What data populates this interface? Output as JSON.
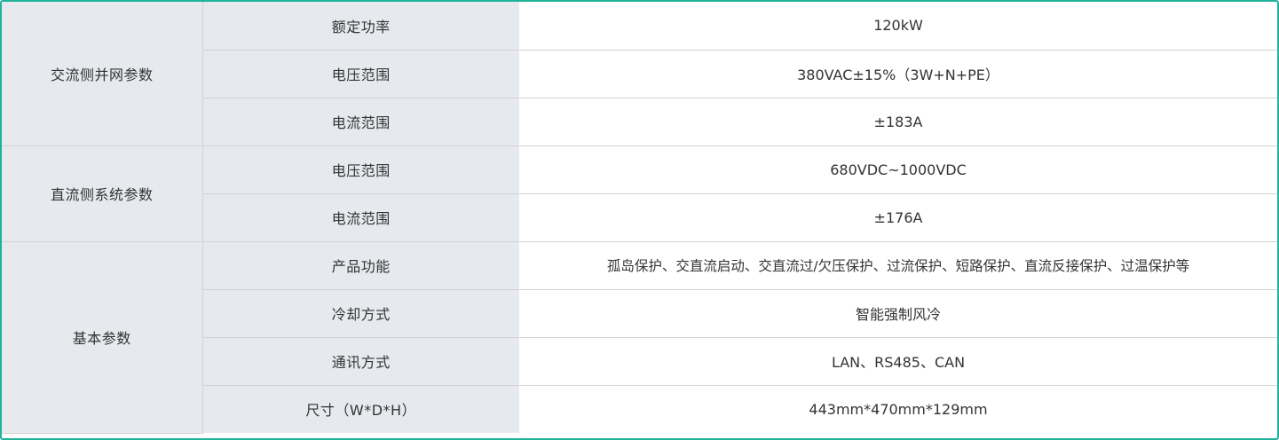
{
  "groups": [
    {
      "name": "交流侧并网参数",
      "rows": [
        {
          "label": "额定功率",
          "value": "120kW"
        },
        {
          "label": "电压范围",
          "value": "380VAC±15%（3W+N+PE）"
        },
        {
          "label": "电流范围",
          "value": "±183A"
        }
      ]
    },
    {
      "name": "直流侧系统参数",
      "rows": [
        {
          "label": "电压范围",
          "value": "680VDC~1000VDC"
        },
        {
          "label": "电流范围",
          "value": "±176A"
        }
      ]
    },
    {
      "name": "基本参数",
      "rows": [
        {
          "label": "产品功能",
          "value": "孤岛保护、交直流启动、交直流过/欠压保护、过流保护、短路保护、直流反接保护、过温保护等"
        },
        {
          "label": "冷却方式",
          "value": "智能强制风冷"
        },
        {
          "label": "通讯方式",
          "value": "LAN、RS485、CAN"
        },
        {
          "label": "尺寸（W*D*H）",
          "value": "443mm*470mm*129mm"
        }
      ]
    }
  ],
  "colors": {
    "border": "#1fb39a",
    "label_bg": "#e6e9ed",
    "value_bg": "#ffffff",
    "divider": "#d3d3d3",
    "text": "#333333"
  }
}
